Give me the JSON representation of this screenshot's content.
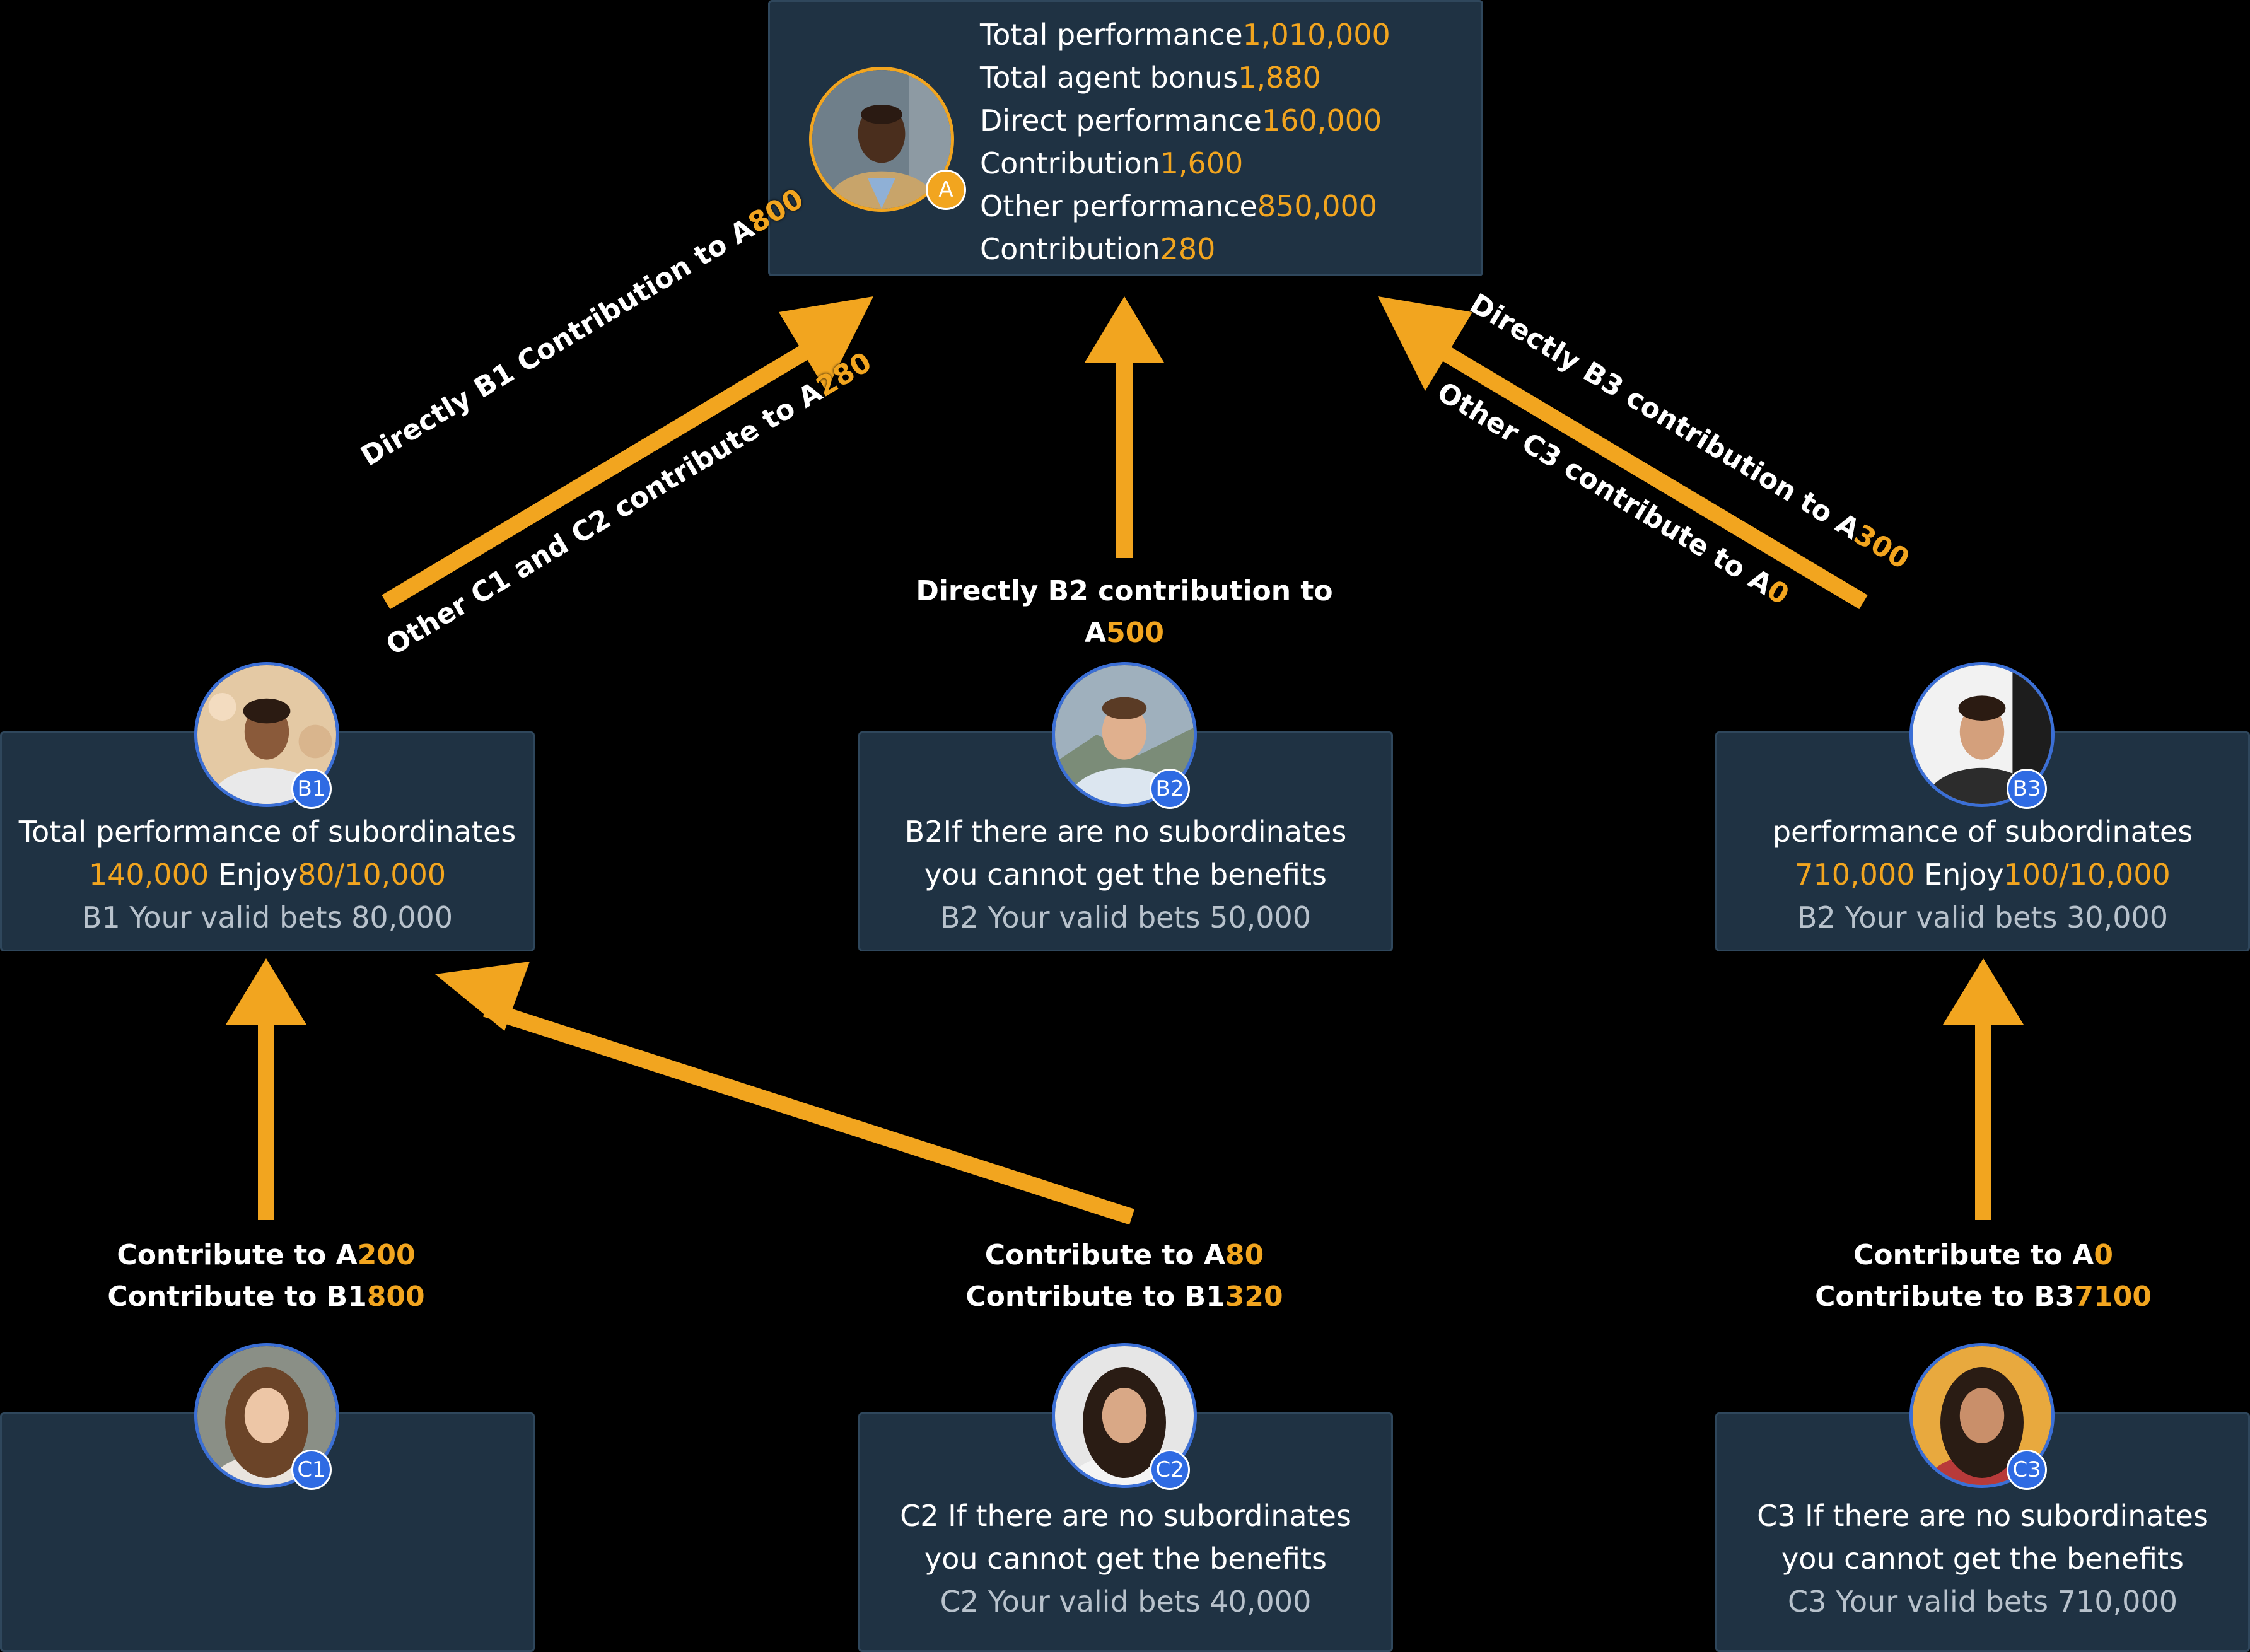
{
  "colors": {
    "background": "#000000",
    "card": "#1f3243",
    "card_border": "#2f475c",
    "accent": "#f2a51f",
    "avatar_ring": "#3b6fd6",
    "badge": "#2f6be3"
  },
  "top": {
    "badge": "A",
    "lines": [
      {
        "label": "Total performance",
        "value": "1,010,000"
      },
      {
        "label": "Total agent bonus",
        "value": "1,880"
      },
      {
        "label": "Direct performance",
        "value": "160,000"
      },
      {
        "label": "Contribution",
        "value": "1,600"
      },
      {
        "label": "Other performance",
        "value": "850,000"
      },
      {
        "label": "Contribution",
        "value": "280"
      }
    ]
  },
  "b1": {
    "badge": "B1",
    "title": "Total performance of subordinates",
    "amount": "140,000",
    "enjoy_label": " Enjoy",
    "enjoy_value": "80/10,000",
    "bets": "B1 Your valid bets 80,000"
  },
  "b2": {
    "badge": "B2",
    "line1": "B2If there are no subordinates",
    "line2": "you cannot get the benefits",
    "bets": "B2 Your valid bets 50,000"
  },
  "b3": {
    "badge": "B3",
    "title": "performance of subordinates",
    "amount": "710,000",
    "enjoy_label": " Enjoy",
    "enjoy_value": "100/10,000",
    "bets": "B2 Your valid bets 30,000"
  },
  "c1": {
    "badge": "C1"
  },
  "c2": {
    "badge": "C2",
    "line1": "C2 If there are no subordinates",
    "line2": "you cannot get the benefits",
    "bets": "C2 Your valid bets 40,000"
  },
  "c3": {
    "badge": "C3",
    "line1": "C3 If there are no subordinates",
    "line2": "you cannot get the benefits",
    "bets": "C3 Your valid bets 710,000"
  },
  "arrow_labels": {
    "b1_to_a_line1": {
      "text": "Directly B1 Contribution to A",
      "value": "800"
    },
    "b1_to_a_line2": {
      "text": "Other C1 and C2 contribute to A",
      "value": "280"
    },
    "b2_to_a_line1": {
      "text": "Directly B2 contribution to",
      "value": ""
    },
    "b2_to_a_line2": {
      "text": "A",
      "value": "500"
    },
    "b3_to_a_line1": {
      "text": "Directly B3 contribution to A",
      "value": "300"
    },
    "b3_to_a_line2": {
      "text": "Other C3 contribute to A",
      "value": "0"
    },
    "c1_line1": {
      "text": "Contribute to A",
      "value": "200"
    },
    "c1_line2": {
      "text": "Contribute to B1",
      "value": "800"
    },
    "c2_line1": {
      "text": "Contribute to A",
      "value": "80"
    },
    "c2_line2": {
      "text": "Contribute to B1",
      "value": "320"
    },
    "c3_line1": {
      "text": "Contribute to A",
      "value": "0"
    },
    "c3_line2": {
      "text": "Contribute to B3",
      "value": "7100"
    }
  }
}
